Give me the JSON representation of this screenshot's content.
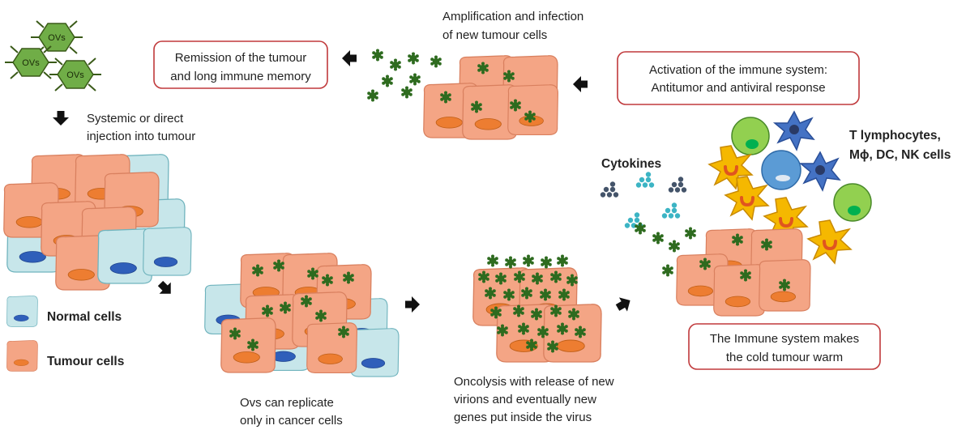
{
  "colors": {
    "tumour_cell": "#f4a585",
    "tumour_nucleus": "#ed7d31",
    "normal_cell": "#c7e6ea",
    "normal_nucleus": "#2f5fba",
    "virion": "#2e6b1f",
    "ov_particle": "#70ad47",
    "box_border": "#c0393b",
    "arrow": "#111111"
  },
  "icons": {
    "arrow": "arrow-icon",
    "virion": "virion-icon",
    "oncolytic_virus": "hexagon-virus-icon",
    "cytokine": "dot-cluster-icon",
    "t_lymphocyte": "round-cell-icon",
    "dendritic_cell": "star-cell-icon",
    "macrophage": "macrophage-icon"
  },
  "virus": {
    "label": "OVs"
  },
  "step1": {
    "line1": "Systemic or direct",
    "line2": "injection into tumour"
  },
  "legend": {
    "normal": "Normal cells",
    "tumour": "Tumour cells"
  },
  "step2": {
    "line1": "Ovs can replicate",
    "line2": "only in cancer cells"
  },
  "step3": {
    "line1": "Oncolysis with release of new",
    "line2": "virions and eventually new",
    "line3": "genes put inside the virus"
  },
  "immune": {
    "cytokines": "Cytokines",
    "cells_line1": "T lymphocytes,",
    "cells_line2": "Mϕ, DC, NK cells",
    "warm_line1": "The Immune system makes",
    "warm_line2": "the cold tumour warm"
  },
  "activation": {
    "line1": "Activation of the immune system:",
    "line2": "Antitumor and antiviral response"
  },
  "amplification": {
    "line1": "Amplification and infection",
    "line2": "of new tumour cells"
  },
  "remission": {
    "line1": "Remission of the tumour",
    "line2": "and long immune memory"
  }
}
